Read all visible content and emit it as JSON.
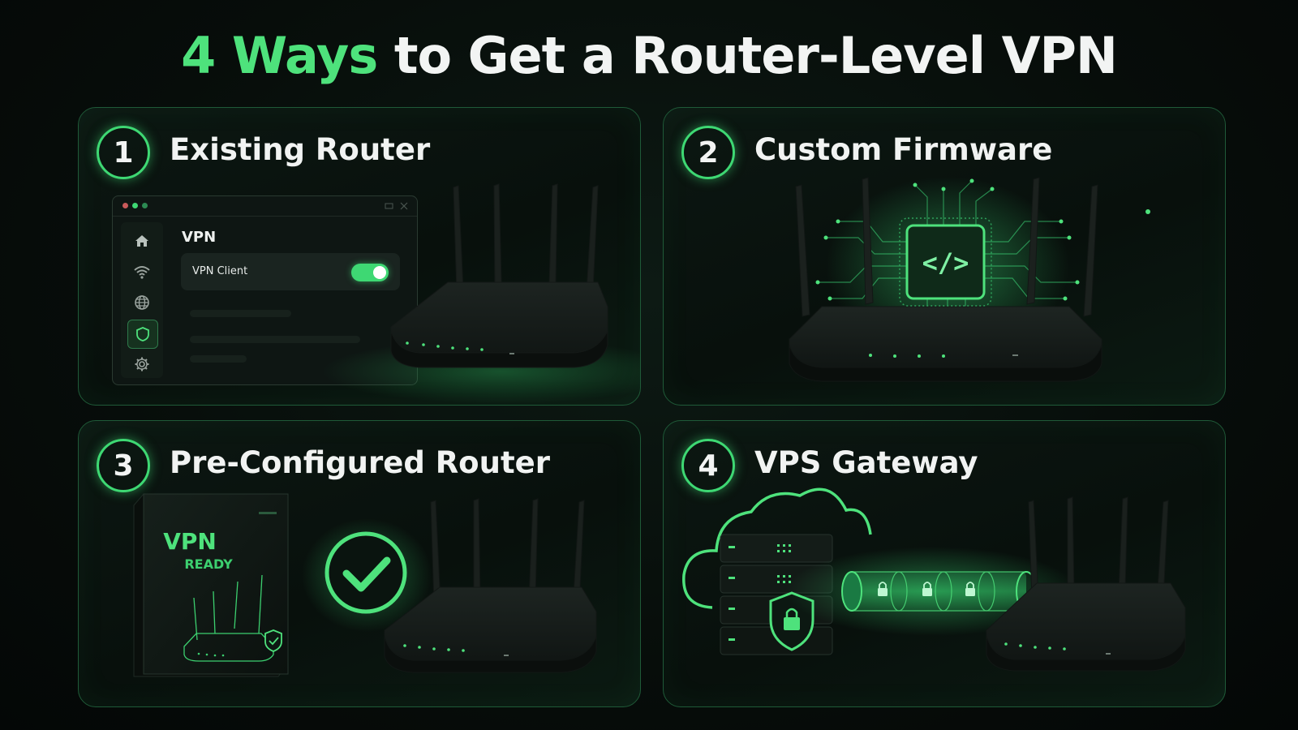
{
  "title": {
    "accent": "4 Ways",
    "rest": " to Get a Router-Level VPN"
  },
  "colors": {
    "accent": "#4ee27c",
    "background": "#060b09",
    "card_border": "#1f5a38"
  },
  "cards": [
    {
      "number": "1",
      "title": "Existing Router",
      "window": {
        "heading": "VPN",
        "setting_label": "VPN Client",
        "toggle_on": true
      },
      "sidebar_icons": [
        "home-icon",
        "wifi-icon",
        "globe-icon",
        "shield-icon",
        "gear-icon"
      ]
    },
    {
      "number": "2",
      "title": "Custom Firmware",
      "chip_symbol": "</>"
    },
    {
      "number": "3",
      "title": "Pre-Configured Router",
      "box": {
        "line1": "VPN",
        "line2": "READY"
      }
    },
    {
      "number": "4",
      "title": "VPS Gateway"
    }
  ]
}
